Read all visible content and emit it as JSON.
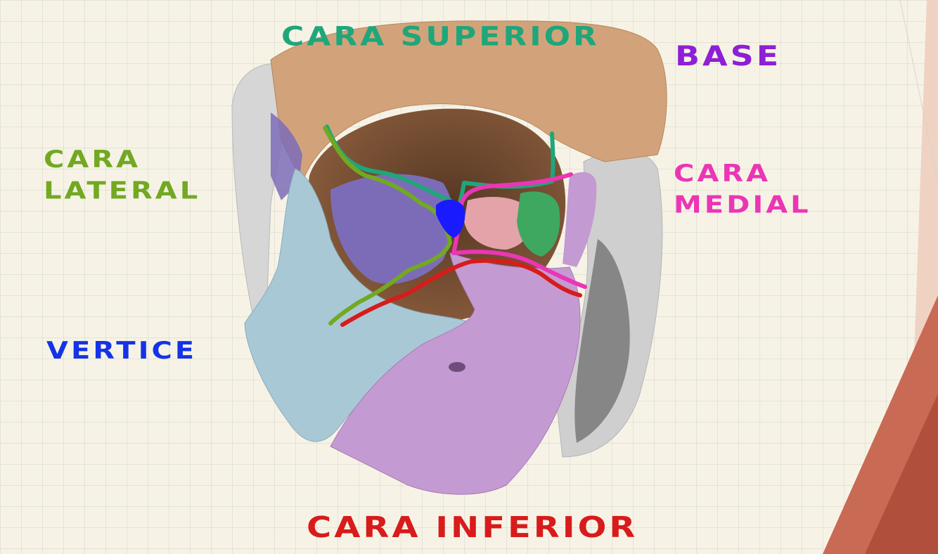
{
  "labels": {
    "superior": {
      "text": "CARA SUPERIOR",
      "color": "#1fa67a"
    },
    "base": {
      "text": "BASE",
      "color": "#8e1fd6"
    },
    "lateral": {
      "lines": [
        "CARA",
        "LATERAL"
      ],
      "color": "#73a822"
    },
    "medial": {
      "lines": [
        "CARA",
        "MEDIAL"
      ],
      "color": "#ec35b5"
    },
    "vertice": {
      "text": "VERTICE",
      "color": "#1433e8"
    },
    "inferior": {
      "text": "CARA INFERIOR",
      "color": "#d81b1b"
    }
  },
  "bone_colors": {
    "frontal": "#d2a37a",
    "zygomatic": "#a9c8d6",
    "maxilla": "#c49ad2",
    "sphenoid_greater_wing": "#7c6cb8",
    "ethmoid": "#3fa860",
    "lacrimal": "#e3a3a8",
    "nasal": "#cfcfcf",
    "temporal": "#d6d6d6"
  },
  "line_colors": {
    "superior": "#1fa67a",
    "lateral": "#73a822",
    "medial": "#ec35b5",
    "inferior": "#d81b1b",
    "vertice": "#1a1aff"
  }
}
